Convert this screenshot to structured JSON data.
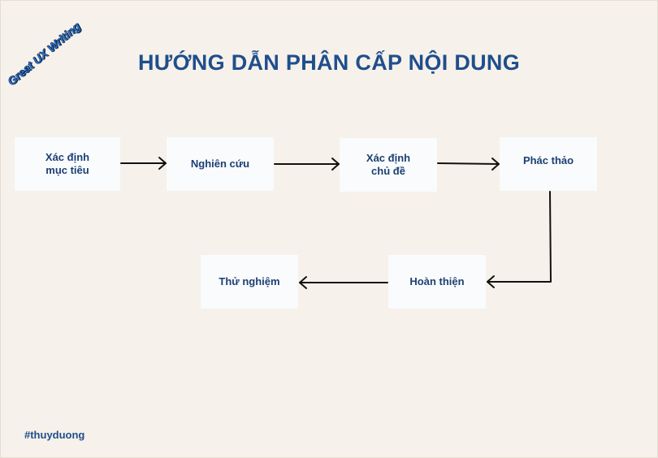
{
  "logo_text": "Great UX Writing",
  "title": "HƯỚNG DẪN PHÂN CẤP NỘI DUNG",
  "steps": [
    "Xác định\nmục tiêu",
    "Nghiên cứu",
    "Xác định\nchủ đề",
    "Phác thảo",
    "Hoàn thiện",
    "Thử nghiệm"
  ],
  "hashtag": "#thuyduong",
  "colors": {
    "background": "#f6f1ea",
    "box": "#f9fbfd",
    "text": "#1f4e8c",
    "arrow": "#111111"
  }
}
